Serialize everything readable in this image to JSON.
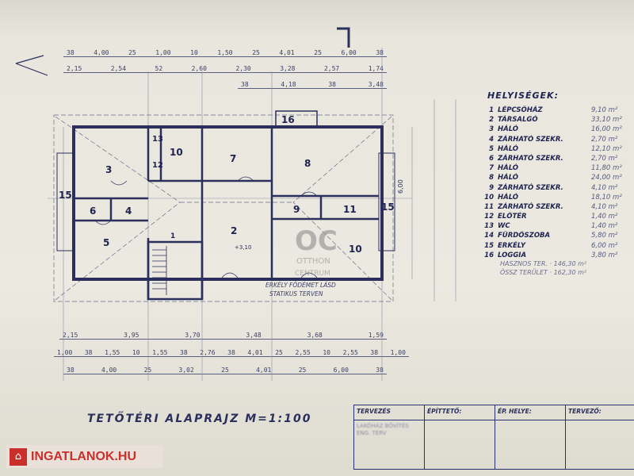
{
  "plan": {
    "title": "TETŐTÉRI ALAPRAJZ  M=1:100",
    "room_numbers": {
      "r1": "1",
      "r2": "2",
      "r3": "3",
      "r4": "4",
      "r5": "5",
      "r6": "6",
      "r7": "7",
      "r8": "8",
      "r9": "9",
      "r10a": "10",
      "r10b": "10",
      "r11": "11",
      "r12": "12",
      "r13": "13",
      "r15a": "15",
      "r15b": "15",
      "r16": "16"
    },
    "note_line1": "ERKÉLY FÖDÉMET LÁSD",
    "note_line2": "STATIKUS TERVEN",
    "side_dim": "6,00",
    "spot_level": "+3,10"
  },
  "dimensions": {
    "top_row1": [
      "38",
      "4,00",
      "25",
      "1,00",
      "10",
      "1,50",
      "25",
      "4,01",
      "25",
      "6,00",
      "38"
    ],
    "top_row2": [
      "2,15",
      "2,54",
      "52",
      "2,60",
      "2,30",
      "3,28",
      "2,57",
      "1,74"
    ],
    "top_row3": [
      "38",
      "4,18",
      "38",
      "3,48"
    ],
    "bottom_row1": [
      "2,15",
      "3,95",
      "3,70",
      "3,48",
      "3,68",
      "1,59"
    ],
    "bottom_row2": [
      "1,00",
      "38",
      "1,55",
      "10",
      "1,55",
      "38",
      "2,76",
      "38",
      "4,01",
      "25",
      "2,55",
      "10",
      "2,55",
      "38",
      "1,00"
    ],
    "bottom_row3": [
      "38",
      "4,00",
      "25",
      "3,02",
      "25",
      "4,01",
      "25",
      "6,00",
      "38"
    ]
  },
  "legend": {
    "heading": "HELYISÉGEK:",
    "rooms": [
      {
        "no": "1",
        "name": "LÉPCSŐHÁZ",
        "area": "9,10 m²"
      },
      {
        "no": "2",
        "name": "TÁRSALGÓ",
        "area": "33,10 m²"
      },
      {
        "no": "3",
        "name": "HÁLÓ",
        "area": "16,00 m²"
      },
      {
        "no": "4",
        "name": "ZÁRHATÓ SZEKR.",
        "area": "2,70 m²"
      },
      {
        "no": "5",
        "name": "HÁLÓ",
        "area": "12,10 m²"
      },
      {
        "no": "6",
        "name": "ZÁRHATÓ SZEKR.",
        "area": "2,70 m²"
      },
      {
        "no": "7",
        "name": "HÁLÓ",
        "area": "11,80 m²"
      },
      {
        "no": "8",
        "name": "HÁLÓ",
        "area": "24,00 m²"
      },
      {
        "no": "9",
        "name": "ZÁRHATÓ SZEKR.",
        "area": "4,10 m²"
      },
      {
        "no": "10",
        "name": "HÁLÓ",
        "area": "18,10 m²"
      },
      {
        "no": "11",
        "name": "ZÁRHATÓ SZEKR.",
        "area": "4,10 m²"
      },
      {
        "no": "12",
        "name": "ELŐTÉR",
        "area": "1,40 m²"
      },
      {
        "no": "13",
        "name": "WC",
        "area": "1,40 m²"
      },
      {
        "no": "14",
        "name": "FÜRDŐSZOBA",
        "area": "5,80 m²"
      },
      {
        "no": "15",
        "name": "ERKÉLY",
        "area": "6,00 m²"
      },
      {
        "no": "16",
        "name": "LOGGIA",
        "area": "3,80 m²"
      }
    ],
    "useful_area": "HASZNOS TER. · 146,30 m²",
    "total_area": "ÖSSZ TERÜLET · 162,30 m²"
  },
  "title_block": {
    "headers": [
      "TERVEZÉS",
      "ÉPÍTTETŐ:",
      "ÉP. HELYE:",
      "TERVEZŐ:"
    ],
    "project": "LAKÓHÁZ BŐVÍTÉS ENG. TERV"
  },
  "watermark": {
    "logo_text": "OC",
    "brand_line1": "OTTHON",
    "brand_line2": "CENTRUM"
  },
  "source_logo": {
    "text": "INGATLANOK.HU"
  }
}
